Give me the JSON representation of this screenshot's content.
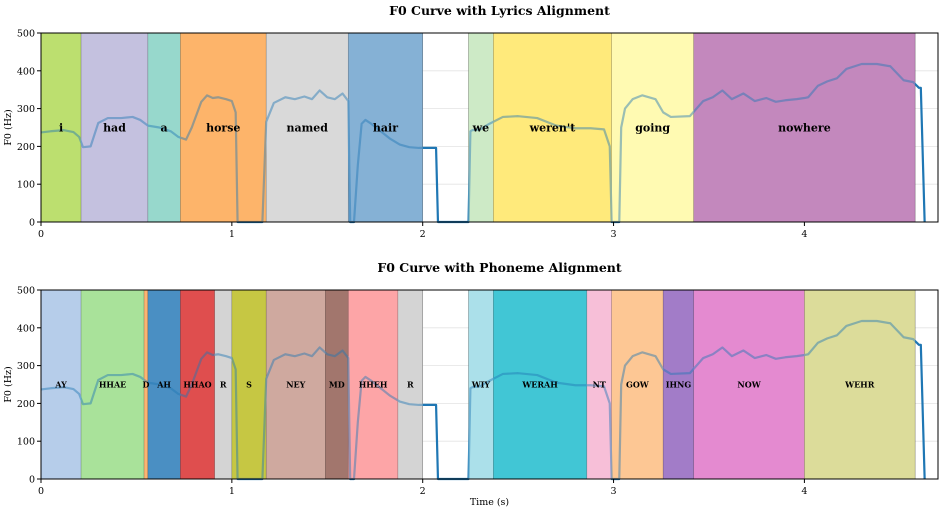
{
  "chart_data": [
    {
      "type": "line",
      "title": "F0 Curve with Lyrics Alignment",
      "xlabel": "",
      "ylabel": "F0 (Hz)",
      "xlim": [
        0,
        4.7
      ],
      "ylim": [
        0,
        500
      ],
      "xticks": [
        0,
        1,
        2,
        3,
        4
      ],
      "yticks": [
        0,
        100,
        200,
        300,
        400,
        500
      ],
      "grid": true,
      "regions": [
        {
          "label": "i",
          "start": 0.0,
          "end": 0.21,
          "color": "#bcdf70"
        },
        {
          "label": "had",
          "start": 0.21,
          "end": 0.56,
          "color": "#c4c1df"
        },
        {
          "label": "a",
          "start": 0.56,
          "end": 0.73,
          "color": "#97d8cc"
        },
        {
          "label": "horse",
          "start": 0.73,
          "end": 1.18,
          "color": "#fdb46a"
        },
        {
          "label": "named",
          "start": 1.18,
          "end": 1.61,
          "color": "#d9d9d9"
        },
        {
          "label": "hair",
          "start": 1.61,
          "end": 2.0,
          "color": "#85b1d6"
        },
        {
          "label": "we",
          "start": 2.24,
          "end": 2.37,
          "color": "#cdeac6"
        },
        {
          "label": "weren't",
          "start": 2.37,
          "end": 2.99,
          "color": "#ffea7b"
        },
        {
          "label": "going",
          "start": 2.99,
          "end": 3.42,
          "color": "#fffab2"
        },
        {
          "label": "nowhere",
          "start": 3.42,
          "end": 4.58,
          "color": "#c388bd"
        }
      ]
    },
    {
      "type": "line",
      "title": "F0 Curve with Phoneme Alignment",
      "xlabel": "Time (s)",
      "ylabel": "F0 (Hz)",
      "xlim": [
        0,
        4.7
      ],
      "ylim": [
        0,
        500
      ],
      "xticks": [
        0,
        1,
        2,
        3,
        4
      ],
      "yticks": [
        0,
        100,
        200,
        300,
        400,
        500
      ],
      "grid": true,
      "regions": [
        {
          "label": "AY",
          "start": 0.0,
          "end": 0.21,
          "color": "#b7cdea"
        },
        {
          "label": "HHAE",
          "start": 0.21,
          "end": 0.54,
          "color": "#a9e29a"
        },
        {
          "label": "D",
          "start": 0.54,
          "end": 0.56,
          "color": "#fcb472"
        },
        {
          "label": "AH",
          "start": 0.56,
          "end": 0.73,
          "color": "#4a8fc3"
        },
        {
          "label": "HHAO",
          "start": 0.73,
          "end": 0.91,
          "color": "#df4e4f"
        },
        {
          "label": "R",
          "start": 0.91,
          "end": 1.0,
          "color": "#d4d4d4"
        },
        {
          "label": "S",
          "start": 1.0,
          "end": 1.18,
          "color": "#c6c743"
        },
        {
          "label": "NEY",
          "start": 1.18,
          "end": 1.49,
          "color": "#cfa99f"
        },
        {
          "label": "MD",
          "start": 1.49,
          "end": 1.61,
          "color": "#a3766e"
        },
        {
          "label": "HHEH",
          "start": 1.61,
          "end": 1.87,
          "color": "#fda5a7"
        },
        {
          "label": "R",
          "start": 1.87,
          "end": 2.0,
          "color": "#d4d4d4"
        },
        {
          "label": "WIY",
          "start": 2.24,
          "end": 2.37,
          "color": "#ace0ea"
        },
        {
          "label": "WERAH",
          "start": 2.37,
          "end": 2.86,
          "color": "#42c6d6"
        },
        {
          "label": "NT",
          "start": 2.86,
          "end": 2.99,
          "color": "#f7bfd8"
        },
        {
          "label": "GOW",
          "start": 2.99,
          "end": 3.26,
          "color": "#fdc794"
        },
        {
          "label": "IHNG",
          "start": 3.26,
          "end": 3.42,
          "color": "#a27cc8"
        },
        {
          "label": "NOW",
          "start": 3.42,
          "end": 4.0,
          "color": "#e48bd0"
        },
        {
          "label": "WEHR",
          "start": 4.0,
          "end": 4.58,
          "color": "#dcdc9a"
        }
      ]
    }
  ],
  "f0_curve": {
    "color": "#1f77b4",
    "time": [
      0.0,
      0.05,
      0.12,
      0.17,
      0.2,
      0.22,
      0.26,
      0.3,
      0.35,
      0.42,
      0.48,
      0.52,
      0.56,
      0.62,
      0.68,
      0.72,
      0.76,
      0.79,
      0.84,
      0.87,
      0.9,
      0.93,
      0.97,
      1.0,
      1.02,
      1.03,
      1.05,
      1.16,
      1.18,
      1.22,
      1.28,
      1.33,
      1.38,
      1.42,
      1.46,
      1.5,
      1.54,
      1.58,
      1.61,
      1.62,
      1.64,
      1.66,
      1.68,
      1.7,
      1.73,
      1.78,
      1.83,
      1.88,
      1.93,
      1.98,
      2.0,
      2.07,
      2.08,
      2.24,
      2.25,
      2.26,
      2.3,
      2.35,
      2.42,
      2.5,
      2.6,
      2.7,
      2.8,
      2.88,
      2.95,
      2.98,
      2.99,
      3.03,
      3.04,
      3.06,
      3.1,
      3.15,
      3.22,
      3.26,
      3.3,
      3.4,
      3.47,
      3.52,
      3.57,
      3.62,
      3.68,
      3.74,
      3.8,
      3.85,
      3.9,
      3.96,
      4.0,
      4.02,
      4.07,
      4.12,
      4.17,
      4.22,
      4.3,
      4.38,
      4.45,
      4.52,
      4.57,
      4.6,
      4.61,
      4.63
    ],
    "f0": [
      237,
      240,
      243,
      238,
      225,
      198,
      200,
      262,
      275,
      275,
      278,
      270,
      255,
      250,
      240,
      225,
      218,
      250,
      318,
      335,
      328,
      330,
      325,
      320,
      290,
      0,
      0,
      0,
      265,
      315,
      330,
      325,
      332,
      325,
      348,
      330,
      325,
      340,
      320,
      0,
      0,
      150,
      260,
      270,
      260,
      240,
      220,
      205,
      198,
      196,
      196,
      196,
      0,
      0,
      240,
      243,
      245,
      260,
      278,
      280,
      275,
      255,
      248,
      248,
      245,
      200,
      0,
      0,
      250,
      300,
      325,
      335,
      325,
      290,
      278,
      280,
      320,
      330,
      348,
      325,
      340,
      320,
      328,
      318,
      322,
      325,
      328,
      330,
      360,
      372,
      380,
      405,
      418,
      418,
      412,
      375,
      370,
      355,
      355,
      0
    ]
  }
}
